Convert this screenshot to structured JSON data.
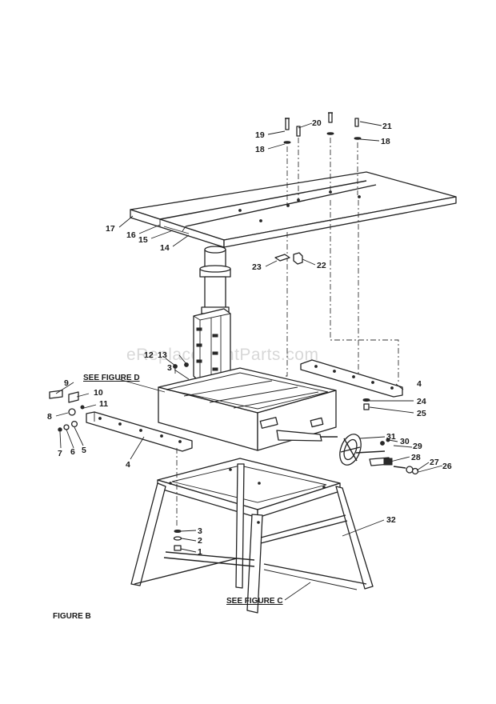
{
  "watermark": "eReplacementParts.com",
  "figure_label": "FIGURE B",
  "references": {
    "see_figure_d": "SEE FIGURE D",
    "see_figure_c": "SEE FIGURE C"
  },
  "callouts": {
    "n1": "1",
    "n2": "2",
    "n3_low": "3",
    "n3": "3",
    "n4_left": "4",
    "n4_right": "4",
    "n5": "5",
    "n6": "6",
    "n7": "7",
    "n8": "8",
    "n9": "9",
    "n10": "10",
    "n11": "11",
    "n12": "12",
    "n13": "13",
    "n14": "14",
    "n15": "15",
    "n16": "16",
    "n17": "17",
    "n18_left": "18",
    "n18_right": "18",
    "n19": "19",
    "n20": "20",
    "n21": "21",
    "n22": "22",
    "n23": "23",
    "n24": "24",
    "n25": "25",
    "n26": "26",
    "n27": "27",
    "n28": "28",
    "n29": "29",
    "n30": "30",
    "n31": "31",
    "n32": "32"
  }
}
